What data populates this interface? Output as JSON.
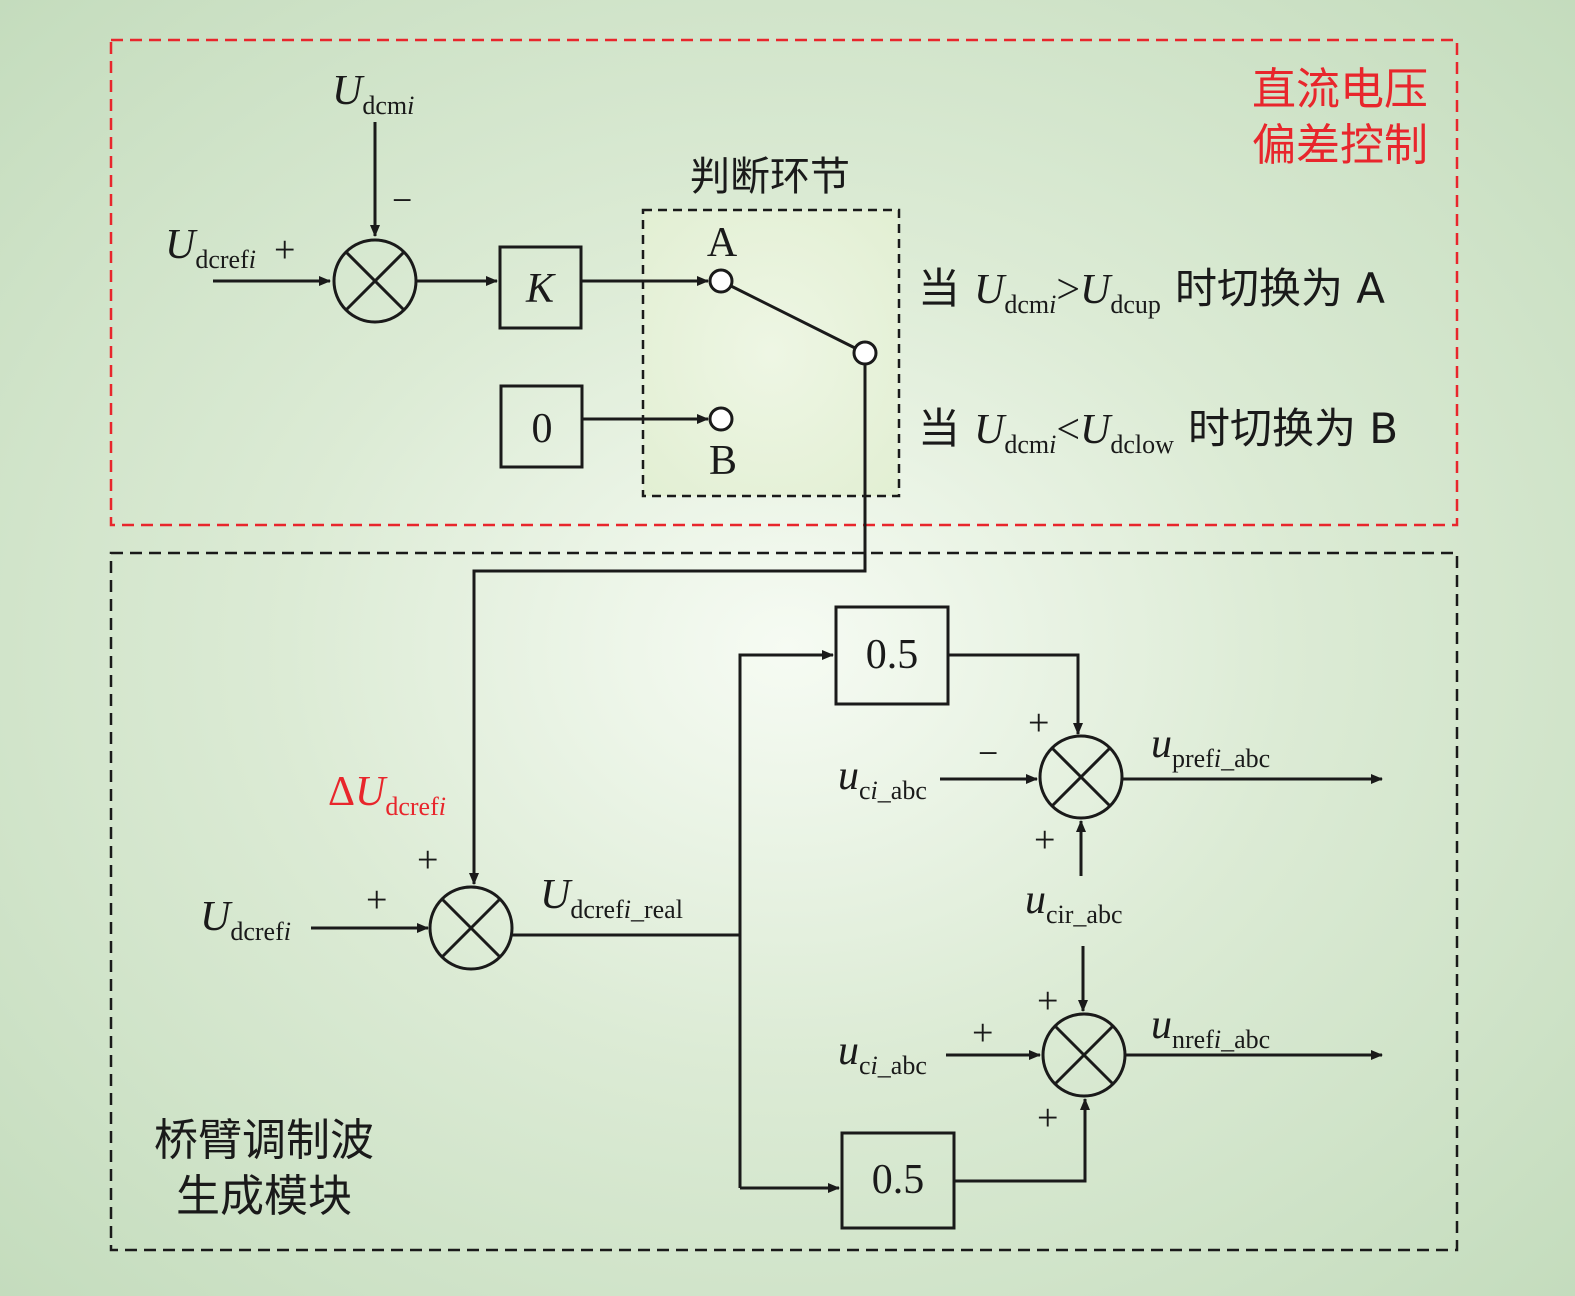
{
  "top_region": {
    "title_line1": "直流电压",
    "title_line2": "偏差控制",
    "judge_title": "判断环节",
    "udcmi_U": "U",
    "udcmi_sub": "dcm",
    "udcmi_subi": "i",
    "udcrefi_U": "U",
    "udcrefi_sub": "dcref",
    "udcrefi_subi": "i",
    "plus": "+",
    "minus": "−",
    "k_block": "K",
    "zero_block": "0",
    "label_a": "A",
    "label_b": "B",
    "cond_a": {
      "dang": "当",
      "U1": "U",
      "sub1": "dcm",
      "sub1i": "i",
      "op": ">",
      "U2": "U",
      "sub2": "dcup",
      "tail": "时切换为 A"
    },
    "cond_b": {
      "dang": "当",
      "U1": "U",
      "sub1": "dcm",
      "sub1i": "i",
      "op": "<",
      "U2": "U",
      "sub2": "dclow",
      "tail": "时切换为 B"
    }
  },
  "bottom_region": {
    "title_line1": "桥臂调制波",
    "title_line2": "生成模块",
    "delta_label": {
      "delta": "Δ",
      "U": "U",
      "sub": "dcref",
      "subi": "i"
    },
    "udcrefi": {
      "U": "U",
      "sub": "dcref",
      "subi": "i"
    },
    "real_label": {
      "U": "U",
      "sub1": "dcref",
      "subi": "i",
      "sub2": "_real"
    },
    "half_top": "0.5",
    "half_bottom": "0.5",
    "uci_top": {
      "u": "u",
      "sub1": "c",
      "subi": "i",
      "sub2": "_abc"
    },
    "uci_bottom": {
      "u": "u",
      "sub1": "c",
      "subi": "i",
      "sub2": "_abc"
    },
    "ucir": {
      "u": "u",
      "sub": "cir_abc"
    },
    "uprefi": {
      "u": "u",
      "sub1": "pref",
      "subi": "i",
      "sub2": "_abc"
    },
    "unrefi": {
      "u": "u",
      "sub1": "nref",
      "subi": "i",
      "sub2": "_abc"
    },
    "plus": "+",
    "minus": "−"
  }
}
